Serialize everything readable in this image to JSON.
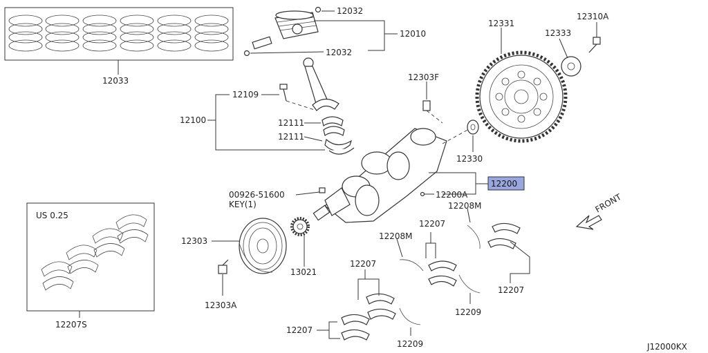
{
  "diagram_code": "J12000KX",
  "callouts": {
    "c12032_top": "12032",
    "c12032_bottom": "12032",
    "c12010": "12010",
    "c12033": "12033",
    "c12109": "12109",
    "c12100": "12100",
    "c12111_a": "12111",
    "c12111_b": "12111",
    "c12303F": "12303F",
    "c12330": "12330",
    "c12331": "12331",
    "c12333": "12333",
    "c12310A": "12310A",
    "c12200": "12200",
    "c12200A": "12200A",
    "c00926": "00926-51600",
    "key_note": "KEY(1)",
    "c12303": "12303",
    "c13021": "13021",
    "c12303A": "12303A",
    "c12208M_a": "12208M",
    "c12208M_b": "12208M",
    "c12207_a": "12207",
    "c12207_b": "12207",
    "c12207_c": "12207",
    "c12207_d": "12207",
    "c12209_a": "12209",
    "c12209_b": "12209",
    "c12207S": "12207S",
    "us_note": "US 0.25"
  },
  "front_label": "FRONT",
  "colors": {
    "highlight": "#9aa6de",
    "line": "#333333"
  }
}
